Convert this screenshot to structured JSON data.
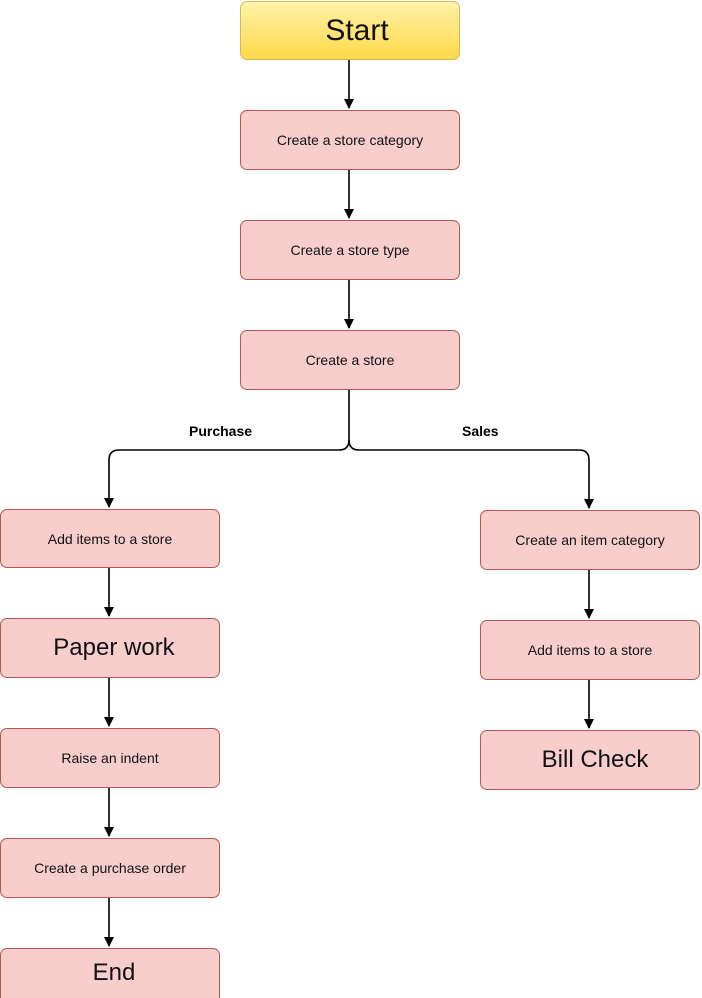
{
  "flow": {
    "start": "Start",
    "store_category": "Create a store category",
    "store_type": "Create a store type",
    "store": "Create a store"
  },
  "branches": {
    "purchase_label": "Purchase",
    "sales_label": "Sales"
  },
  "purchase": {
    "add_items": "Add items to a store",
    "paper_work": "Paper work",
    "raise_indent": "Raise an indent",
    "purchase_order": "Create a purchase order",
    "end": "End"
  },
  "sales": {
    "item_category": "Create an item category",
    "add_items": "Add items to a store",
    "bill_check": "Bill Check"
  },
  "colors": {
    "process_fill": "#f8cecc",
    "process_border": "#b85450",
    "start_fill": "#ffd94a",
    "start_border": "#d6b656",
    "connector": "#000000"
  }
}
